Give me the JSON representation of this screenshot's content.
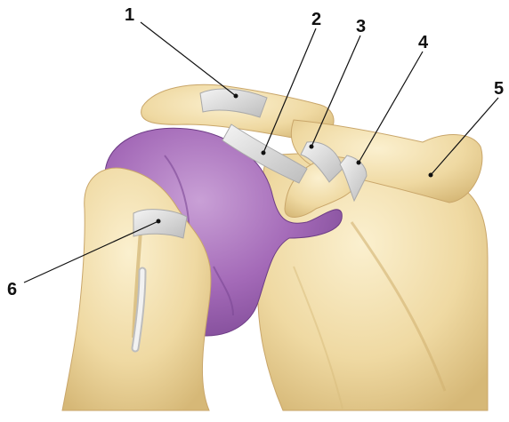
{
  "labels": [
    {
      "id": "1",
      "text": "1"
    },
    {
      "id": "2",
      "text": "2"
    },
    {
      "id": "3",
      "text": "3"
    },
    {
      "id": "4",
      "text": "4"
    },
    {
      "id": "5",
      "text": "5"
    },
    {
      "id": "6",
      "text": "6"
    }
  ],
  "colors": {
    "bone": "#efd9a2",
    "bone_shadow": "#d6b877",
    "bone_highlight": "#fbf0cf",
    "capsule": "#a46ab8",
    "capsule_dark": "#7c4894",
    "capsule_light": "#c9a0d6",
    "ligament": "#e4e4e4",
    "ligament_shade": "#bdbdbd",
    "leader_line": "#111111"
  }
}
